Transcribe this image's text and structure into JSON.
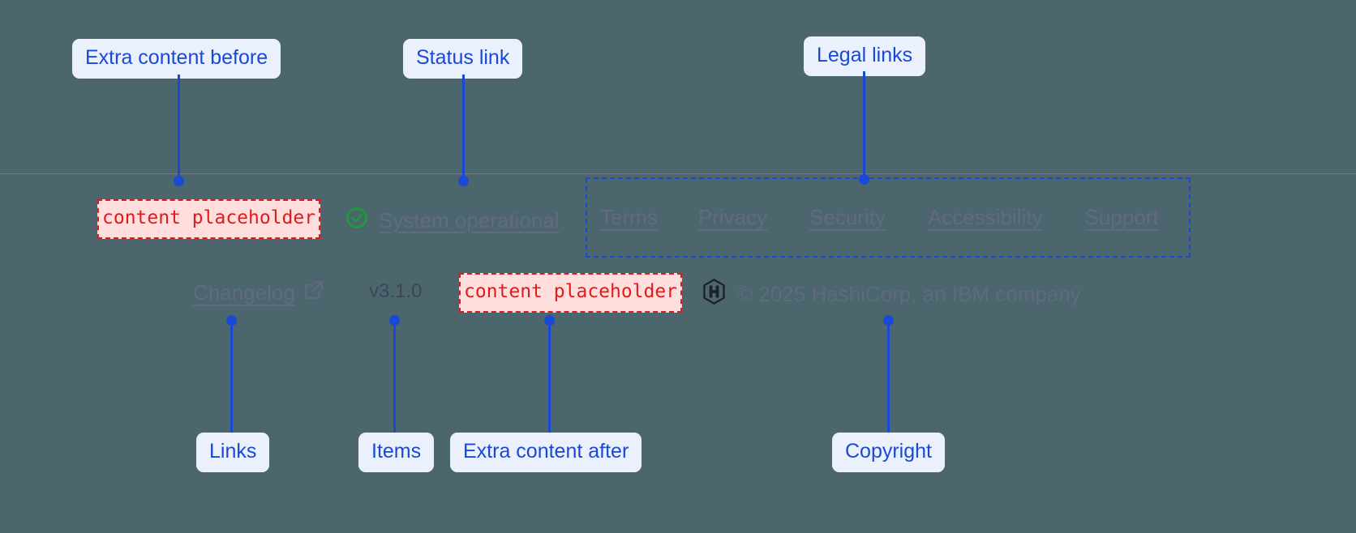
{
  "annotations": {
    "extra_before": "Extra content before",
    "status_link": "Status link",
    "legal_links": "Legal links",
    "links": "Links",
    "items": "Items",
    "extra_after": "Extra content after",
    "copyright": "Copyright"
  },
  "footer": {
    "placeholder_before": "content placeholder",
    "placeholder_after": "content placeholder",
    "status": {
      "icon": "check-circle-icon",
      "label": "System operational"
    },
    "legal": [
      {
        "label": "Terms"
      },
      {
        "label": "Privacy"
      },
      {
        "label": "Security"
      },
      {
        "label": "Accessibility"
      },
      {
        "label": "Support"
      }
    ],
    "changelog": {
      "label": "Changelog",
      "icon": "external-link-icon"
    },
    "version": "v3.1.0",
    "brand": {
      "icon": "hashicorp-logo-icon",
      "copyright": "© 2025 HashiCorp, an IBM company"
    }
  },
  "colors": {
    "background": "#4c666e",
    "annotation_blue": "#1a49d6",
    "annotation_chip_bg": "#eaf1fd",
    "placeholder_red": "#e01b1b",
    "placeholder_bg": "#ffdedd",
    "link_gray": "#636a80",
    "status_green": "#1a9e3a"
  }
}
